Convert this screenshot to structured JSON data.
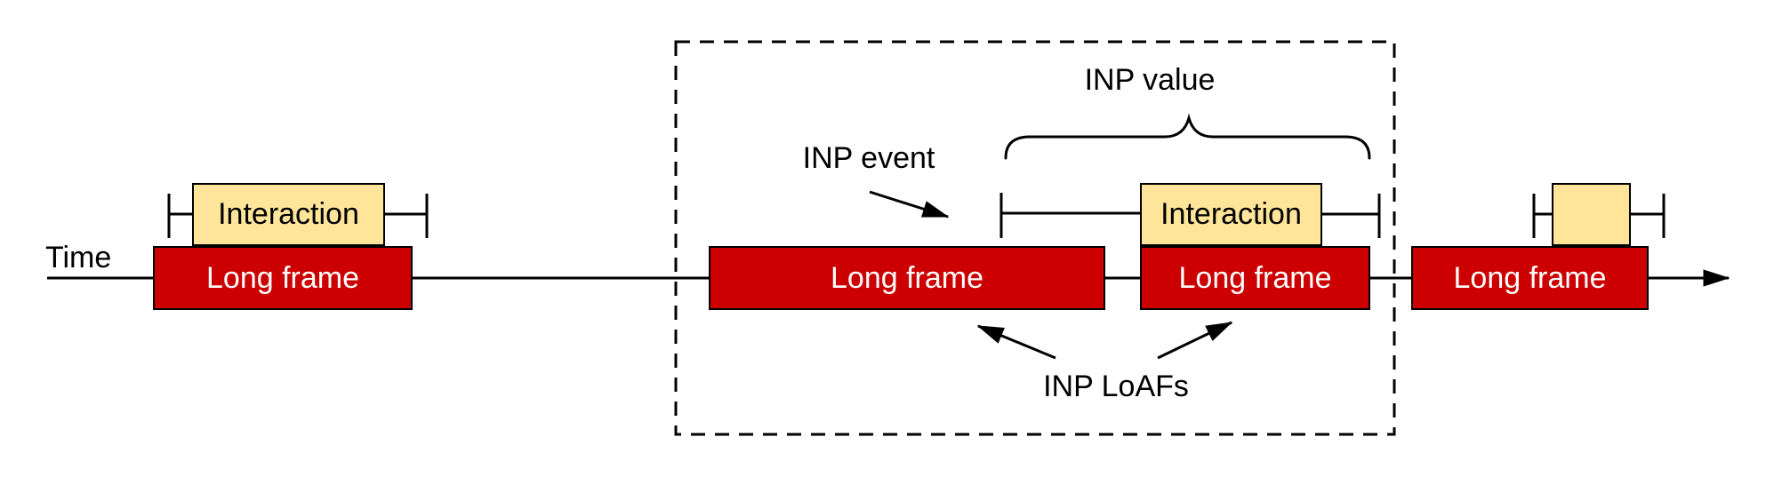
{
  "diagram": {
    "axis_label": "Time",
    "annotations": {
      "inp_event": "INP event",
      "inp_value": "INP value",
      "inp_loafs": "INP LoAFs"
    },
    "frames": [
      {
        "label": "Long frame"
      },
      {
        "label": "Long frame"
      },
      {
        "label": "Long frame"
      },
      {
        "label": "Long frame"
      }
    ],
    "interactions": [
      {
        "label": "Interaction"
      },
      {
        "label": "Interaction"
      },
      {
        "label": ""
      }
    ],
    "colors": {
      "long_frame_fill": "#cc0000",
      "long_frame_text": "#ffffff",
      "interaction_fill": "#ffe599",
      "line_color": "#000000"
    }
  }
}
